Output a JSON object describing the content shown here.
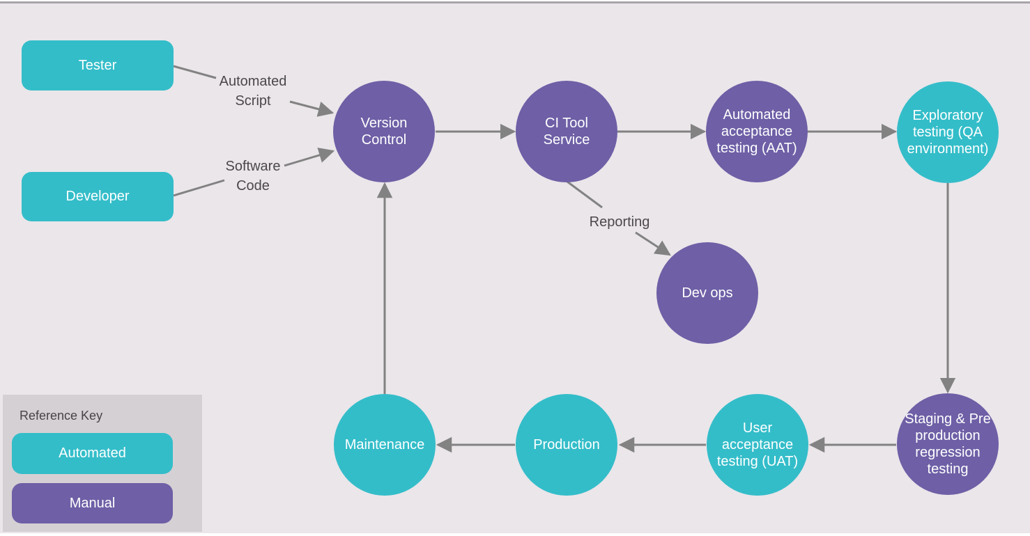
{
  "actors": [
    {
      "label": "Tester",
      "type": "automated"
    },
    {
      "label": "Developer",
      "type": "automated"
    }
  ],
  "nodes": [
    {
      "label": "Version\nControl",
      "type": "manual"
    },
    {
      "label": "CI Tool\nService",
      "type": "manual"
    },
    {
      "label": "Automated\nacceptance\ntesting (AAT)",
      "type": "manual"
    },
    {
      "label": "Exploratory\ntesting (QA\nenvironment)",
      "type": "automated"
    },
    {
      "label": "Dev ops",
      "type": "manual"
    },
    {
      "label": "Staging & Pre\nproduction\nregression\ntesting",
      "type": "manual"
    },
    {
      "label": "User\nacceptance\ntesting (UAT)",
      "type": "automated"
    },
    {
      "label": "Production",
      "type": "automated"
    },
    {
      "label": "Maintenance",
      "type": "automated"
    }
  ],
  "edge_labels": [
    {
      "label": "Automated\nScript"
    },
    {
      "label": "Software\nCode"
    },
    {
      "label": "Reporting"
    }
  ],
  "edges": [
    {
      "from": "Tester",
      "to": "Version Control",
      "label": "Automated Script"
    },
    {
      "from": "Developer",
      "to": "Version Control",
      "label": "Software Code"
    },
    {
      "from": "Version Control",
      "to": "CI Tool Service"
    },
    {
      "from": "CI Tool Service",
      "to": "Automated acceptance testing (AAT)"
    },
    {
      "from": "CI Tool Service",
      "to": "Dev ops",
      "label": "Reporting"
    },
    {
      "from": "Automated acceptance testing (AAT)",
      "to": "Exploratory testing (QA environment)"
    },
    {
      "from": "Exploratory testing (QA environment)",
      "to": "Staging & Pre production regression testing"
    },
    {
      "from": "Staging & Pre production regression testing",
      "to": "User acceptance testing (UAT)"
    },
    {
      "from": "User acceptance testing (UAT)",
      "to": "Production"
    },
    {
      "from": "Production",
      "to": "Maintenance"
    },
    {
      "from": "Maintenance",
      "to": "Version Control"
    }
  ],
  "legend": {
    "title": "Reference Key",
    "items": [
      {
        "label": "Automated",
        "color": "#33bdc9"
      },
      {
        "label": "Manual",
        "color": "#6e5fa6"
      }
    ]
  },
  "colors": {
    "automated": "#33bdc9",
    "manual": "#6e5fa6",
    "background": "#eae6ea",
    "legend_panel": "#d5d0d4",
    "arrow": "#828282",
    "edge_label_text": "#4b484b"
  }
}
